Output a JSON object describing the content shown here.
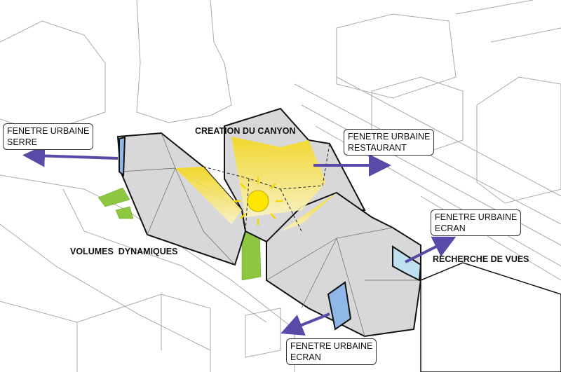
{
  "labels": {
    "serre": {
      "line1": "FENETRE URBAINE",
      "line2": "SERRE"
    },
    "restaurant": {
      "line1": "FENETRE URBAINE",
      "line2": "RESTAURANT"
    },
    "ecran_right": {
      "line1": "FENETRE URBAINE",
      "line2": "ECRAN"
    },
    "ecran_bottom": {
      "line1": "FENETRE URBAINE",
      "line2": "ECRAN"
    },
    "canyon": "CREATION DU CANYON",
    "volumes": "VOLUMES  DYNAMIQUES",
    "vues": "RECHERCHE DE VUES"
  },
  "colors": {
    "arrow": "#5a4aa8",
    "volume": "#d8d8da",
    "yellow": "#f5dc3a",
    "green": "#8dc63f",
    "window": "#8fb8e8"
  }
}
